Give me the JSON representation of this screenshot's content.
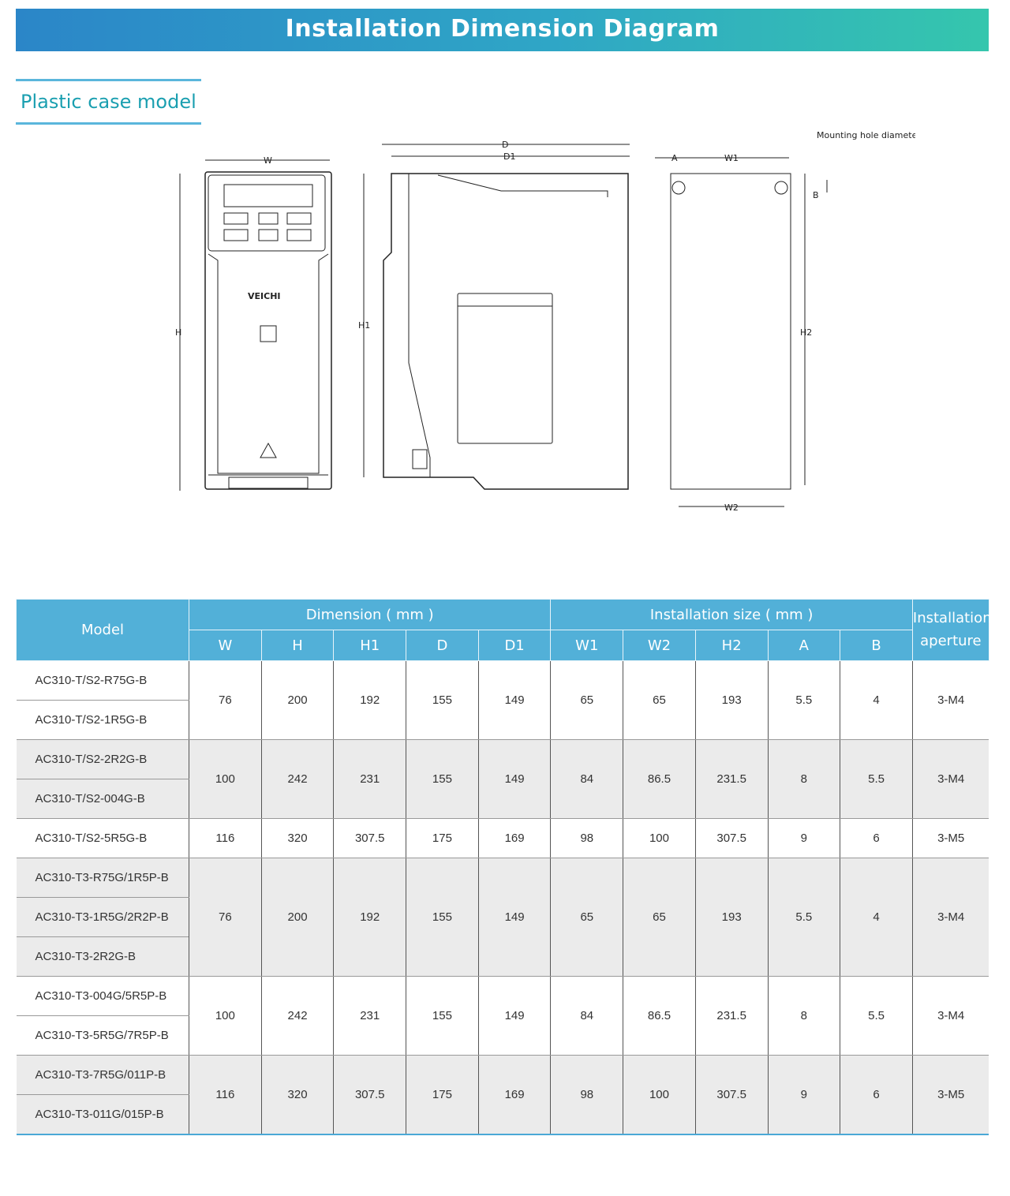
{
  "title": "Installation Dimension Diagram",
  "subtitle": "Plastic case model",
  "diagram": {
    "front": {
      "w": "W",
      "h": "H",
      "brand": "VEICHI"
    },
    "side": {
      "d": "D",
      "d1": "D1",
      "h1": "H1"
    },
    "mount": {
      "a": "A",
      "w1": "W1",
      "w2": "W2",
      "h2": "H2",
      "b": "B",
      "note": "Mounting hole diameter"
    }
  },
  "table": {
    "header": {
      "model": "Model",
      "dimension": "Dimension ( mm )",
      "install": "Installation size ( mm )",
      "aperture": "Installation aperture",
      "cols": [
        "W",
        "H",
        "H1",
        "D",
        "D1",
        "W1",
        "W2",
        "H2",
        "A",
        "B"
      ]
    },
    "groups": [
      {
        "models": [
          "AC310-T/S2-R75G-B",
          "AC310-T/S2-1R5G-B"
        ],
        "vals": [
          "76",
          "200",
          "192",
          "155",
          "149",
          "65",
          "65",
          "193",
          "5.5",
          "4",
          "3-M4"
        ]
      },
      {
        "models": [
          "AC310-T/S2-2R2G-B",
          "AC310-T/S2-004G-B"
        ],
        "vals": [
          "100",
          "242",
          "231",
          "155",
          "149",
          "84",
          "86.5",
          "231.5",
          "8",
          "5.5",
          "3-M4"
        ]
      },
      {
        "models": [
          "AC310-T/S2-5R5G-B"
        ],
        "vals": [
          "116",
          "320",
          "307.5",
          "175",
          "169",
          "98",
          "100",
          "307.5",
          "9",
          "6",
          "3-M5"
        ]
      },
      {
        "models": [
          "AC310-T3-R75G/1R5P-B",
          "AC310-T3-1R5G/2R2P-B",
          "AC310-T3-2R2G-B"
        ],
        "vals": [
          "76",
          "200",
          "192",
          "155",
          "149",
          "65",
          "65",
          "193",
          "5.5",
          "4",
          "3-M4"
        ]
      },
      {
        "models": [
          "AC310-T3-004G/5R5P-B",
          "AC310-T3-5R5G/7R5P-B"
        ],
        "vals": [
          "100",
          "242",
          "231",
          "155",
          "149",
          "84",
          "86.5",
          "231.5",
          "8",
          "5.5",
          "3-M4"
        ]
      },
      {
        "models": [
          "AC310-T3-7R5G/011P-B",
          "AC310-T3-011G/015P-B"
        ],
        "vals": [
          "116",
          "320",
          "307.5",
          "175",
          "169",
          "98",
          "100",
          "307.5",
          "9",
          "6",
          "3-M5"
        ]
      }
    ]
  }
}
